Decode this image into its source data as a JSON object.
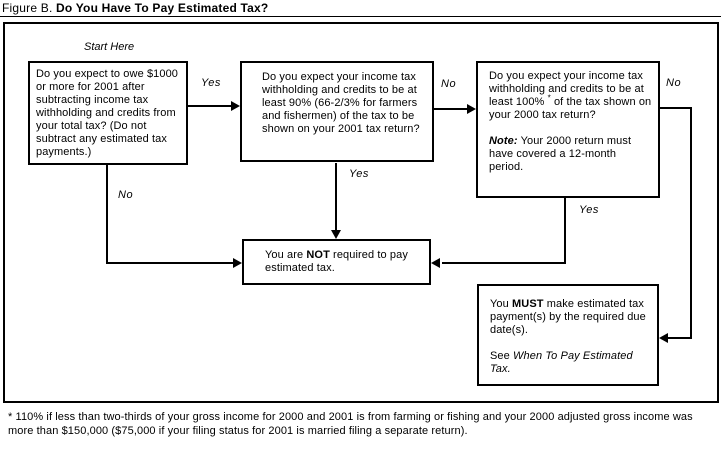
{
  "title": {
    "prefix": "Figure B. ",
    "main": "Do You Have To Pay Estimated Tax?"
  },
  "start_here_label": "Start Here",
  "boxes": {
    "owe_question": "Do you expect to owe $1000 or more for 2001 after subtracting income tax withholding and credits from your total tax? (Do not subtract any estimated tax payments.)",
    "withholding_90_question": "Do you expect your income tax withholding and credits to be at least 90% (66-2/3% for farmers and fishermen) of the tax to be shown on your 2001 tax return?",
    "withholding_100": {
      "question_pre": "Do you expect your income tax withholding and credits to be at least 100%",
      "footnote_marker": "*",
      "question_post": " of the tax shown on your 2000 tax return?",
      "note_label": "Note:",
      "note_text": " Your 2000 return must have covered a 12-month period."
    },
    "not_required": {
      "pre": "You are ",
      "emphasis": "NOT",
      "post": " required to pay estimated tax."
    },
    "must_pay": {
      "pre": "You ",
      "emphasis": "MUST",
      "post": " make estimated tax payment(s) by the required due date(s).",
      "see_pre": "See ",
      "see_reference": "When To Pay Estimated Tax."
    }
  },
  "connector_labels": {
    "yes_start_to_90": "Yes",
    "no_90_to_100": "No",
    "no_100_to_must": "No",
    "no_start_down": "No",
    "yes_90_down": "Yes",
    "yes_100_down": "Yes"
  },
  "footnote": "* 110% if less than two-thirds of your gross income for 2000 and 2001 is from farming or fishing and your 2000 adjusted gross income was more than $150,000 ($75,000 if your filing status for 2001 is married filing a separate return).",
  "colors": {
    "ink": "#000000",
    "background": "#ffffff"
  }
}
